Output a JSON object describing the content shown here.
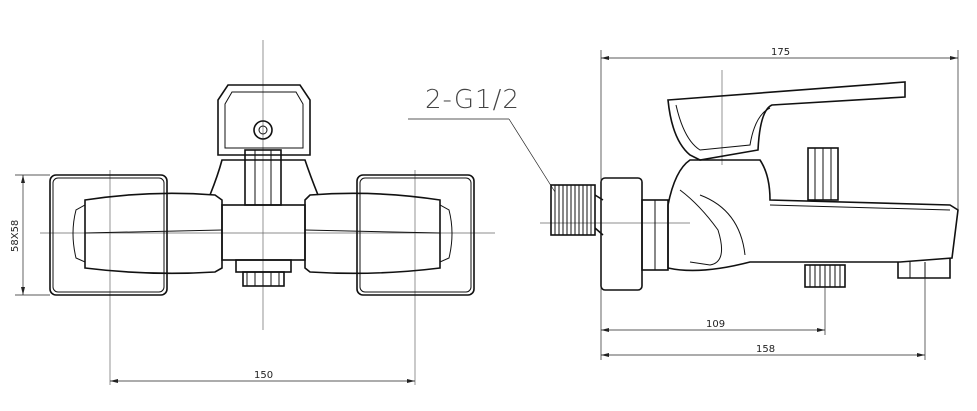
{
  "drawing": {
    "thread_callout": "2-G1/2",
    "front_view": {
      "plate_size_label": "58X58",
      "center_distance_label": "150"
    },
    "side_view": {
      "overall_length_label": "175",
      "outlet_position_label": "109",
      "spout_length_label": "158"
    }
  }
}
